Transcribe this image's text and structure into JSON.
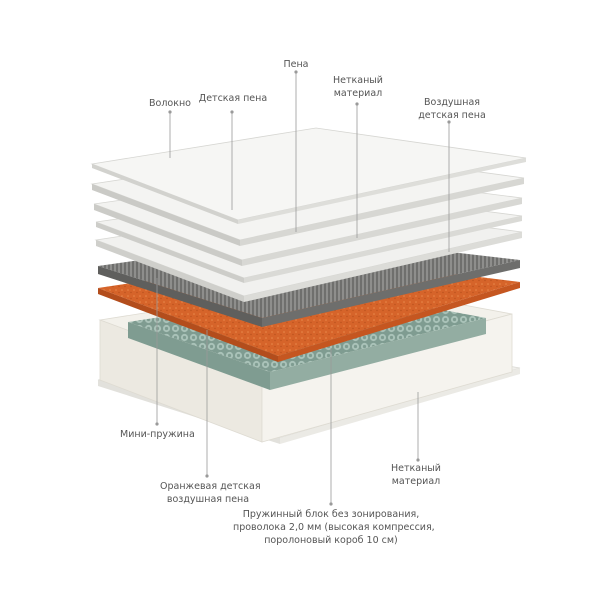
{
  "labels": {
    "fiber": "Волокно",
    "kids_foam": "Детская пена",
    "foam": "Пена",
    "nonwoven_top_1": "Нетканый",
    "nonwoven_top_2": "материал",
    "airy_kids_foam_1": "Воздушная",
    "airy_kids_foam_2": "детская пена",
    "mini_spring": "Мини-пружина",
    "orange_foam_1": "Оранжевая детская",
    "orange_foam_2": "воздушная пена",
    "nonwoven_bottom_1": "Нетканый",
    "nonwoven_bottom_2": "материал",
    "spring_block_1": "Пружинный блок без зонирования,",
    "spring_block_2": "проволока 2,0 мм (высокая компрессия,",
    "spring_block_3": "поролоновый короб 10 см)"
  },
  "colors": {
    "sheet_top": "#f4f4f2",
    "sheet_edge": "#d8d8d4",
    "mini_spring": "#8c8c8a",
    "orange_foam": "#d9662a",
    "spring_coil": "#9fb8ad",
    "foam_box": "#ece9e2",
    "leader": "#9a9a9a"
  }
}
